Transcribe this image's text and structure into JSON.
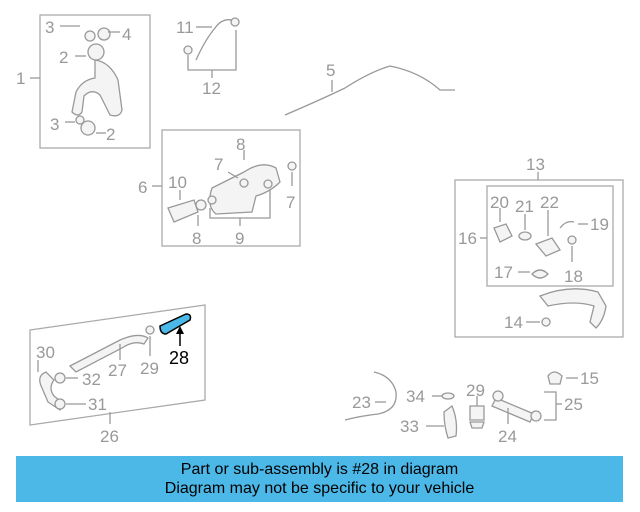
{
  "diagram": {
    "callouts": {
      "c1": "1",
      "c2a": "2",
      "c2b": "2",
      "c3a": "3",
      "c3b": "3",
      "c4": "4",
      "c5": "5",
      "c6": "6",
      "c7a": "7",
      "c7b": "7",
      "c8a": "8",
      "c8b": "8",
      "c9": "9",
      "c10": "10",
      "c11": "11",
      "c12": "12",
      "c13": "13",
      "c14": "14",
      "c15": "15",
      "c16": "16",
      "c17": "17",
      "c18": "18",
      "c19": "19",
      "c20": "20",
      "c21": "21",
      "c22": "22",
      "c23": "23",
      "c24": "24",
      "c25": "25",
      "c26": "26",
      "c27": "27",
      "c28": "28",
      "c29a": "29",
      "c29b": "29",
      "c30": "30",
      "c31": "31",
      "c32": "32",
      "c33": "33",
      "c34": "34"
    },
    "highlight_color": "#4cb8e8"
  },
  "banner": {
    "line1": "Part or sub-assembly is #28 in diagram",
    "line2": "Diagram may not be specific to your vehicle"
  }
}
